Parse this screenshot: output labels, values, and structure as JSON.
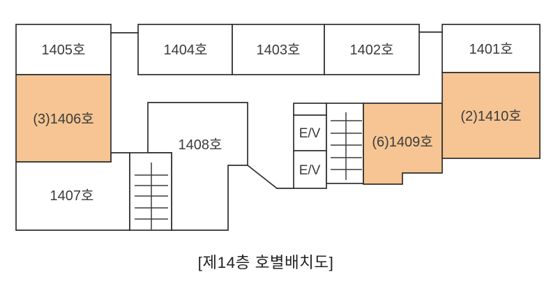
{
  "diagram_title": "[제14층 호별배치도]",
  "colors": {
    "highlight": "#F6C593",
    "line": "#2D2D2D",
    "text": "#3B3B3B"
  },
  "rooms": {
    "r1401": {
      "label": "1401호",
      "highlighted": false
    },
    "r1402": {
      "label": "1402호",
      "highlighted": false
    },
    "r1403": {
      "label": "1403호",
      "highlighted": false
    },
    "r1404": {
      "label": "1404호",
      "highlighted": false
    },
    "r1405": {
      "label": "1405호",
      "highlighted": false
    },
    "r1406": {
      "label": "(3)1406호",
      "highlighted": true
    },
    "r1407": {
      "label": "1407호",
      "highlighted": false
    },
    "r1408": {
      "label": "1408호",
      "highlighted": false
    },
    "r1409": {
      "label": "(6)1409호",
      "highlighted": true
    },
    "r1410": {
      "label": "(2)1410호",
      "highlighted": true
    }
  },
  "elevators": {
    "top": "E/V",
    "bottom": "E/V"
  }
}
